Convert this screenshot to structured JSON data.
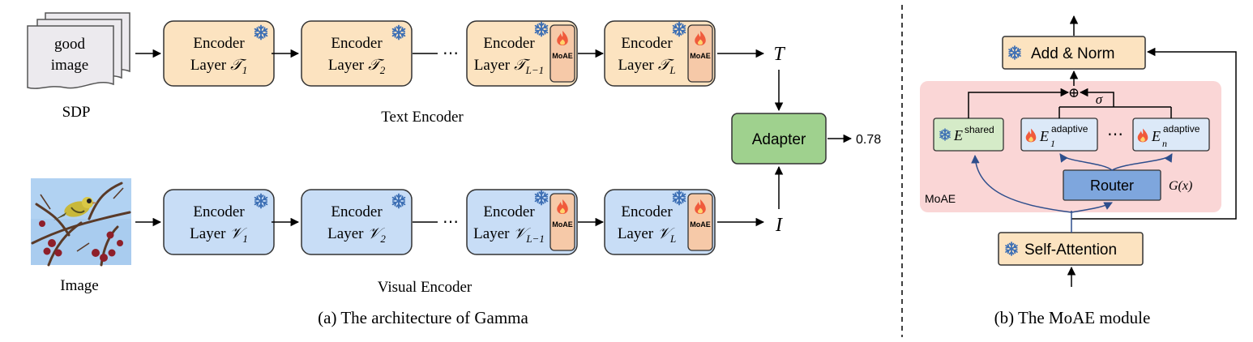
{
  "left_panel": {
    "caption": "(a) The architecture of Gamma",
    "sdp": {
      "text_line1": "good",
      "text_line2": "image",
      "label": "SDP"
    },
    "image": {
      "label": "Image"
    },
    "encoder_word": "Encoder",
    "layer_word": "Layer",
    "text_layers": [
      {
        "sym": "𝒯",
        "sub": "1",
        "moae": false
      },
      {
        "sym": "𝒯",
        "sub": "2",
        "moae": false
      },
      {
        "sym": "𝒯",
        "sub": "L−1",
        "moae": true
      },
      {
        "sym": "𝒯",
        "sub": "L",
        "moae": true
      }
    ],
    "visual_layers": [
      {
        "sym": "𝒱",
        "sub": "1",
        "moae": false
      },
      {
        "sym": "𝒱",
        "sub": "2",
        "moae": false
      },
      {
        "sym": "𝒱",
        "sub": "L−1",
        "moae": true
      },
      {
        "sym": "𝒱",
        "sub": "L",
        "moae": true
      }
    ],
    "moae_tag": "MoAE",
    "ellipsis": "⋯",
    "text_encoder_label": "Text Encoder",
    "visual_encoder_label": "Visual Encoder",
    "output_text": "T",
    "output_image": "I",
    "adapter_label": "Adapter",
    "score": "0.78"
  },
  "right_panel": {
    "caption": "(b) The MoAE module",
    "add_norm": "Add & Norm",
    "self_attention": "Self-Attention",
    "moae_label": "MoAE",
    "router": "Router",
    "gx": "G(x)",
    "sigma": "σ",
    "plus": "⊕",
    "e_letter": "E",
    "shared_sup": "shared",
    "adaptive_sup": "adaptive",
    "e1_sub": "1",
    "en_sub": "n",
    "ellipsis": "⋯"
  },
  "colors": {
    "text_encoder_fill": "#FCE3C0",
    "visual_encoder_fill": "#C8DDF6",
    "moae_fill": "#F6C9A8",
    "adapter_fill": "#9FD18E",
    "moae_region": "#FAD6D6",
    "shared_fill": "#D5EBC8",
    "adaptive_fill": "#DCE9F8",
    "router_fill": "#7EA6DD",
    "snow": "#3D6FB4",
    "flame": "#F05A3C"
  },
  "icons": {
    "frozen": "snowflake-icon",
    "trainable": "flame-icon"
  }
}
